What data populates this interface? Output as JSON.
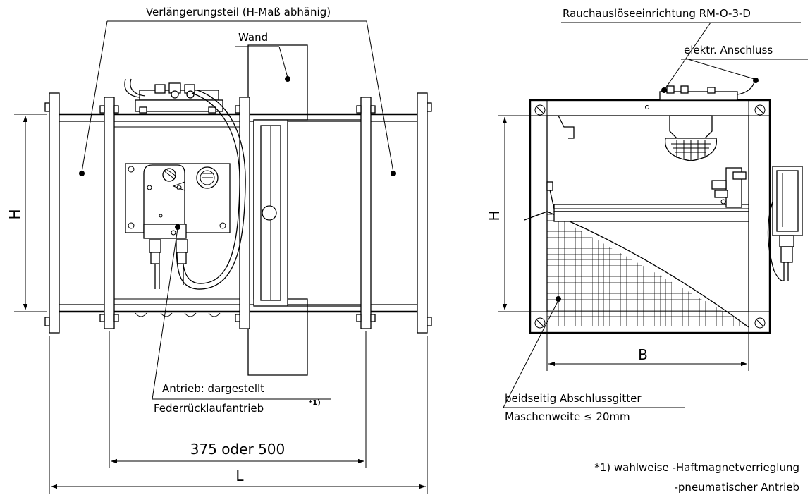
{
  "labels": {
    "extension": "Verlängerungsteil (H-Maß abhänig)",
    "wall": "Wand",
    "smoke_trigger": "Rauchauslöseeinrichtung RM-O-3-D",
    "electrical": "elektr. Anschluss",
    "actuator_line1": "Antrieb: dargestellt",
    "actuator_line2": "Federrücklaufantrieb",
    "actuator_footnote_mark": "*1)",
    "grille_line1": "beidseitig Abschlussgitter",
    "grille_line2": "Maschenweite ≤ 20mm",
    "footnote_line1": "*1) wahlweise -Haftmagnetverrieglung",
    "footnote_line2": "-pneumatischer Antrieb"
  },
  "dimensions": {
    "height_left": "H",
    "height_right": "H",
    "length_inner": "375 oder 500",
    "length_total": "L",
    "width": "B"
  },
  "colors": {
    "line": "#000000",
    "background": "#ffffff"
  }
}
